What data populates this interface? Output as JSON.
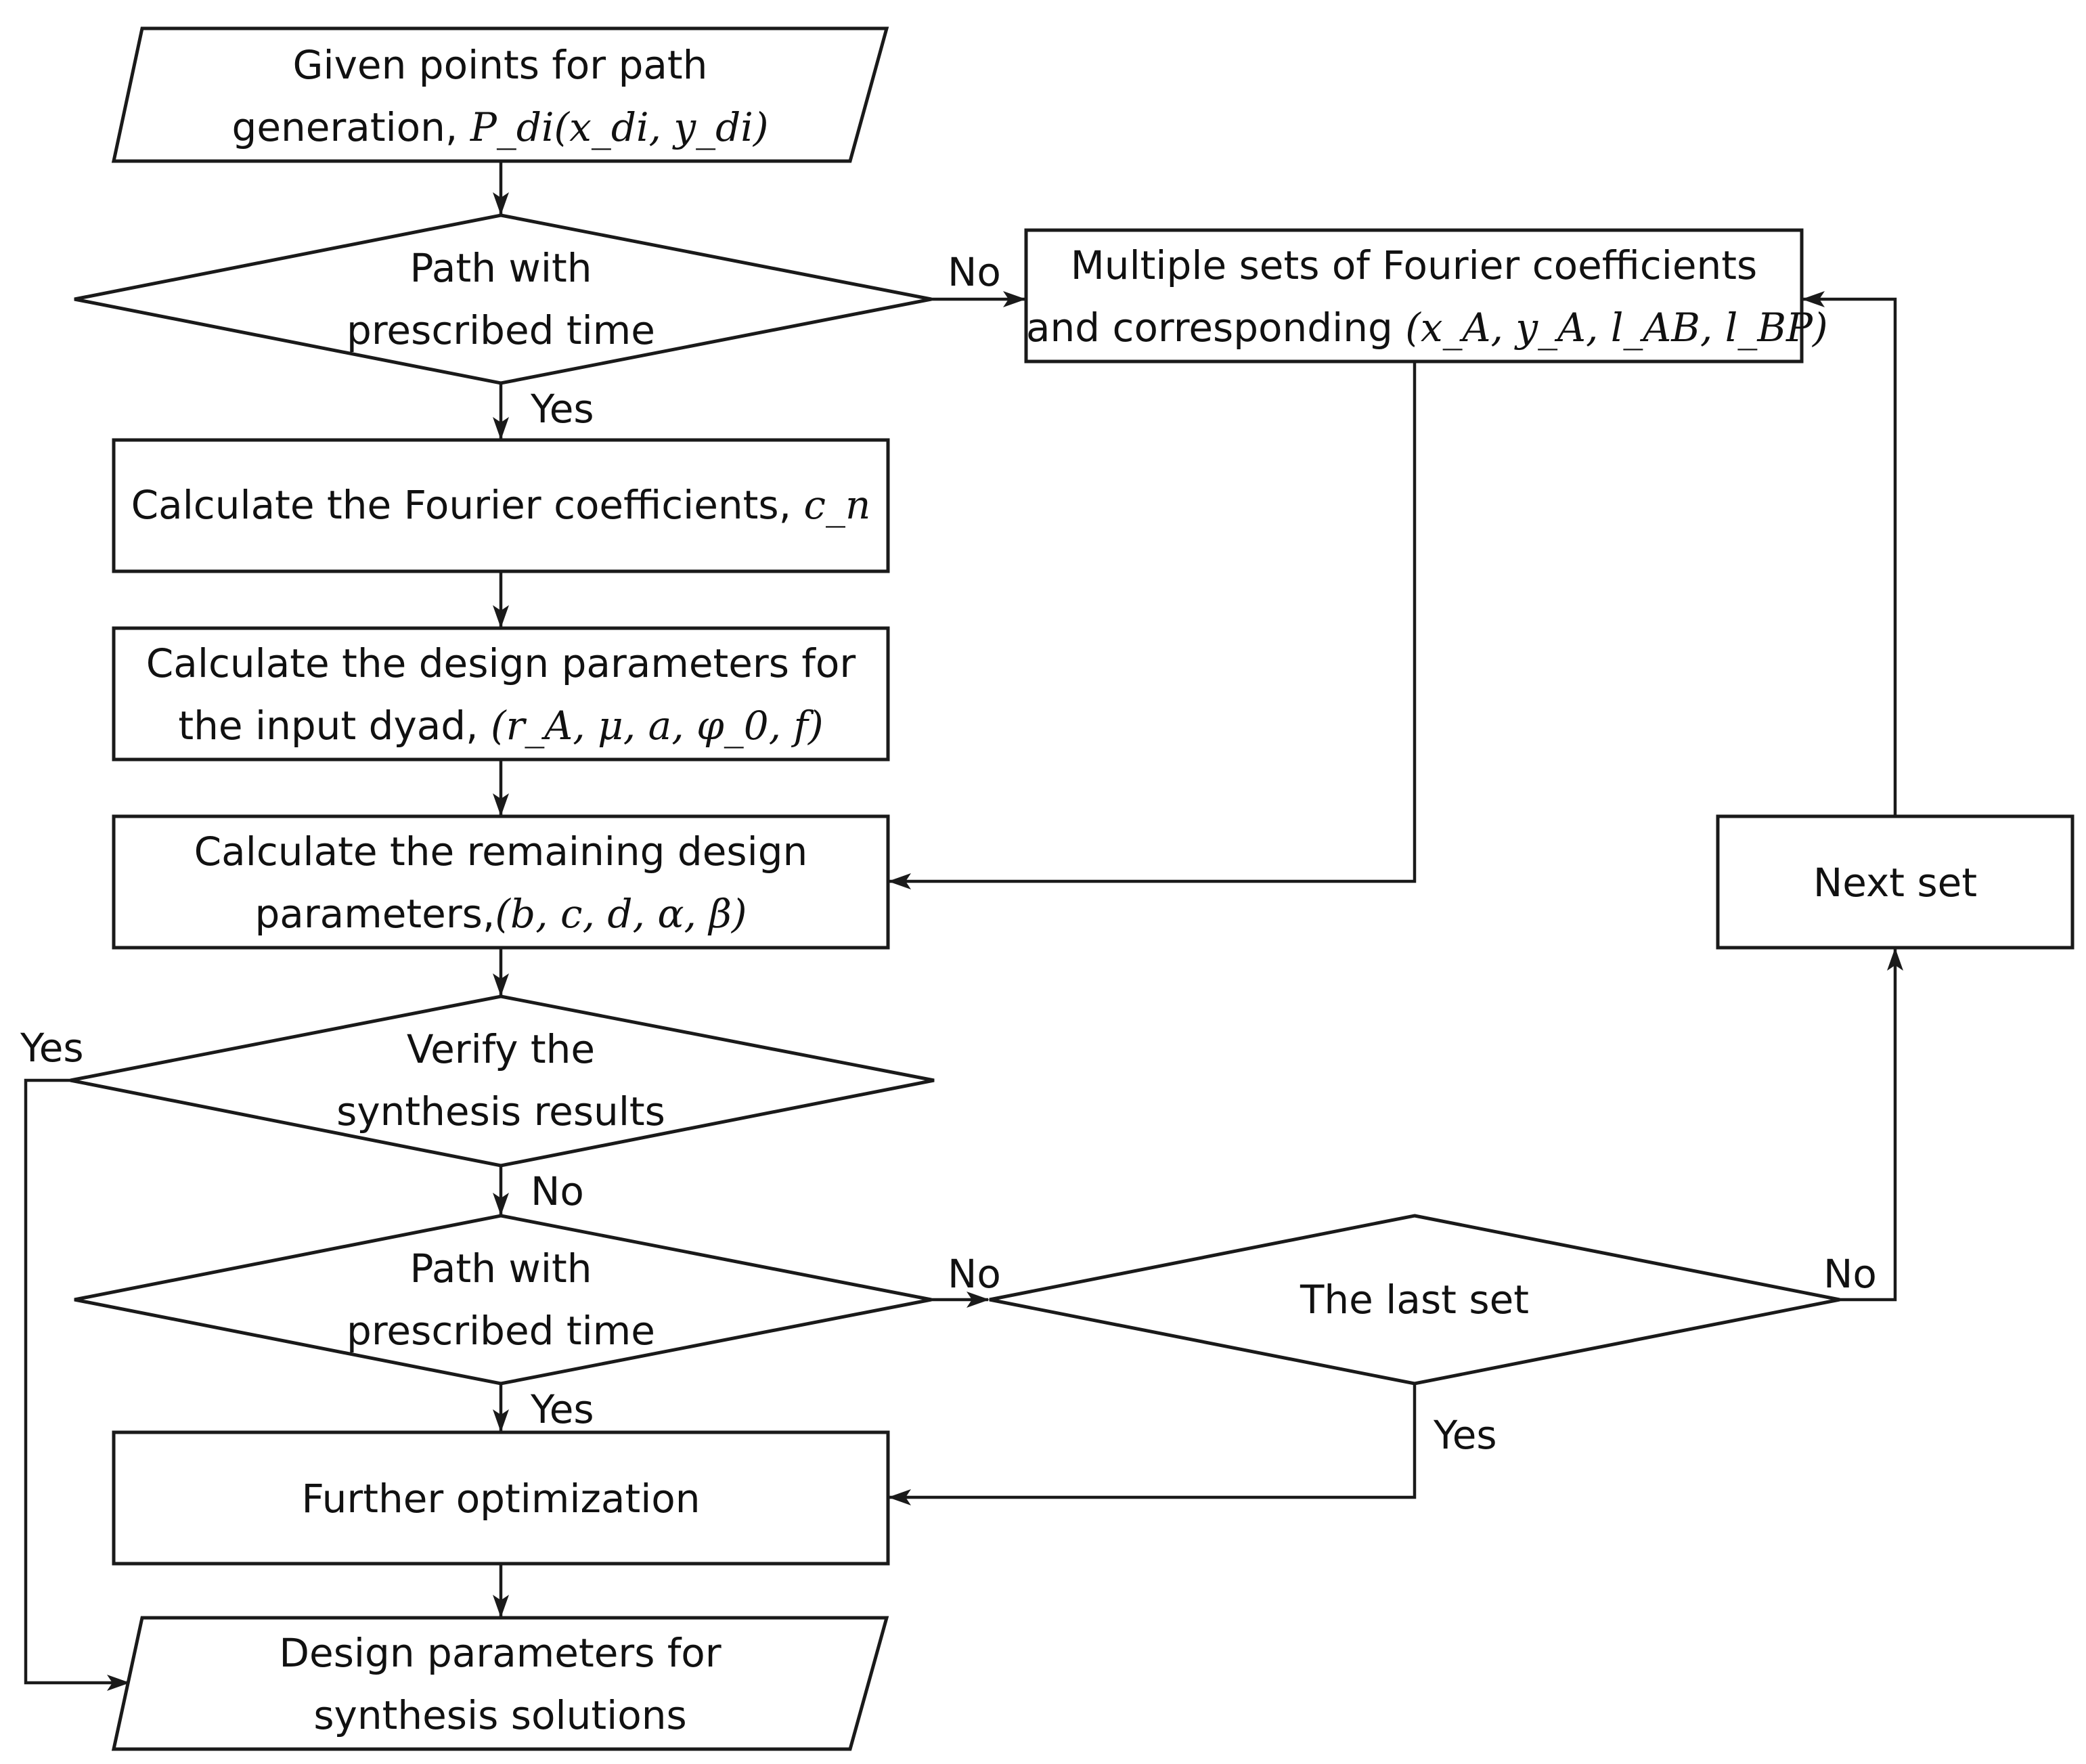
{
  "nodes": {
    "start": {
      "line1": "Given points for path",
      "line2_text": "generation, ",
      "line2_math": "P_di(x_di, y_di)"
    },
    "decision_prescribed_1": {
      "line1": "Path with",
      "line2": "prescribed time"
    },
    "multiple_sets": {
      "line1": "Multiple sets of Fourier coefficients",
      "line2_text": "and corresponding ",
      "line2_math": "(x_A, y_A, l_AB, l_BP)"
    },
    "calc_fourier": {
      "text": "Calculate the Fourier coefficients, ",
      "math": "c_n"
    },
    "calc_input_dyad": {
      "line1": "Calculate the design parameters for",
      "line2_text": "the input dyad, ",
      "line2_math": "(r_A, μ, a, φ_0, f)"
    },
    "calc_remaining": {
      "line1": "Calculate the remaining design",
      "line2_text": "parameters,",
      "line2_math": "(b, c, d, α, β)"
    },
    "verify": {
      "line1": "Verify the",
      "line2": "synthesis results"
    },
    "decision_prescribed_2": {
      "line1": "Path with",
      "line2": "prescribed time"
    },
    "last_set": {
      "text": "The last set"
    },
    "next_set": {
      "text": "Next set"
    },
    "further_opt": {
      "text": "Further optimization"
    },
    "end": {
      "line1": "Design parameters for",
      "line2": "synthesis solutions"
    }
  },
  "edge_labels": {
    "d1_no": "No",
    "d1_yes": "Yes",
    "verify_yes": "Yes",
    "verify_no": "No",
    "d2_no": "No",
    "d2_yes": "Yes",
    "last_no": "No",
    "last_yes": "Yes"
  }
}
